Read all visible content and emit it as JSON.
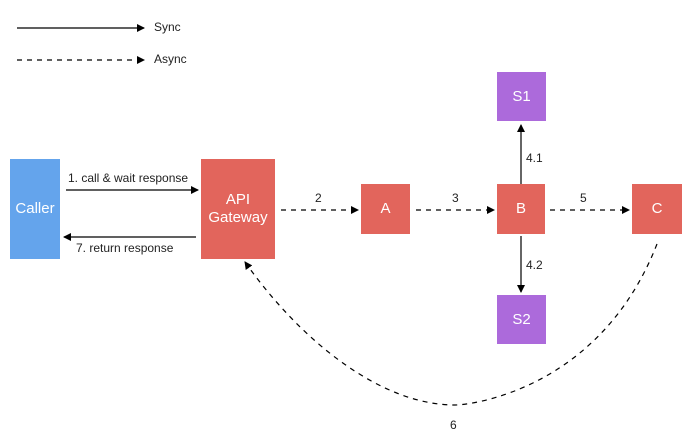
{
  "colors": {
    "caller": "#64A4EC",
    "red_node": "#E2655C",
    "purple_node": "#AC6ADB",
    "line": "#000000"
  },
  "legend": {
    "sync_label": "Sync",
    "async_label": "Async"
  },
  "nodes": {
    "caller": "Caller",
    "gateway": "API\nGateway",
    "a": "A",
    "b": "B",
    "c": "C",
    "s1": "S1",
    "s2": "S2"
  },
  "edges": {
    "call": "1. call & wait response",
    "ret": "7. return response",
    "gw_a": "2",
    "a_b": "3",
    "b_s1": "4.1",
    "b_s2": "4.2",
    "b_c": "5",
    "c_gw": "6"
  }
}
